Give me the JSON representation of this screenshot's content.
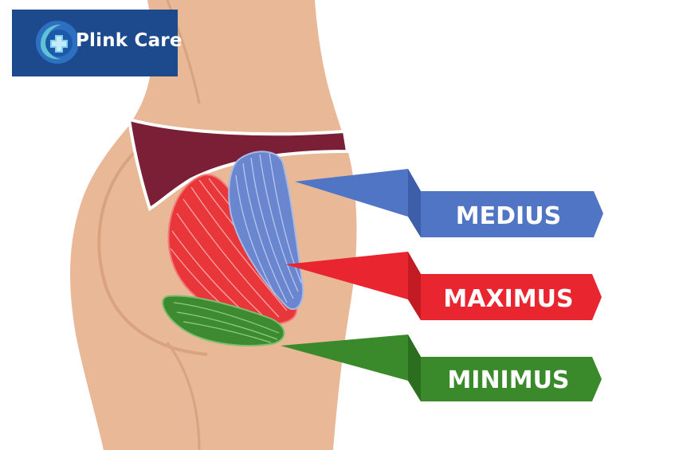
{
  "brand": {
    "name": "Plink Care",
    "color": "#1c4a8c"
  },
  "labels": {
    "medius": {
      "text": "MEDIUS",
      "color": "#4f75c4"
    },
    "maximus": {
      "text": "MAXIMUS",
      "color": "#e92530"
    },
    "minimus": {
      "text": "MINIMUS",
      "color": "#3a8a2c"
    }
  },
  "colors": {
    "skin": "#e8b897",
    "skin_shadow": "#d9a37f",
    "underwear": "#7a1f35",
    "medius_muscle": "#5a78c4",
    "maximus_muscle": "#e8363a",
    "minimus_muscle": "#3d8a30"
  }
}
